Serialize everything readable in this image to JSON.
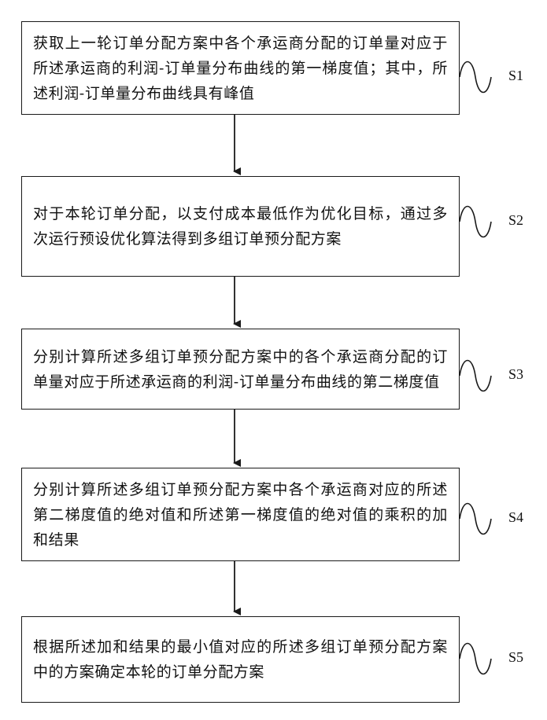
{
  "steps": [
    {
      "id": "S1",
      "text": "获取上一轮订单分配方案中各个承运商分配的订单量对应于所述承运商的利润-订单量分布曲线的第一梯度值；其中，所述利润-订单量分布曲线具有峰值"
    },
    {
      "id": "S2",
      "text": "对于本轮订单分配，以支付成本最低作为优化目标，通过多次运行预设优化算法得到多组订单预分配方案"
    },
    {
      "id": "S3",
      "text": "分别计算所述多组订单预分配方案中的各个承运商分配的订单量对应于所述承运商的利润-订单量分布曲线的第二梯度值"
    },
    {
      "id": "S4",
      "text": "分别计算所述多组订单预分配方案中各个承运商对应的所述第二梯度值的绝对值和所述第一梯度值的绝对值的乘积的加和结果"
    },
    {
      "id": "S5",
      "text": "根据所述加和结果的最小值对应的所述多组订单预分配方案中的方案确定本轮的订单分配方案"
    }
  ],
  "colors": {
    "line": "#1a1a1a",
    "background": "#ffffff"
  }
}
